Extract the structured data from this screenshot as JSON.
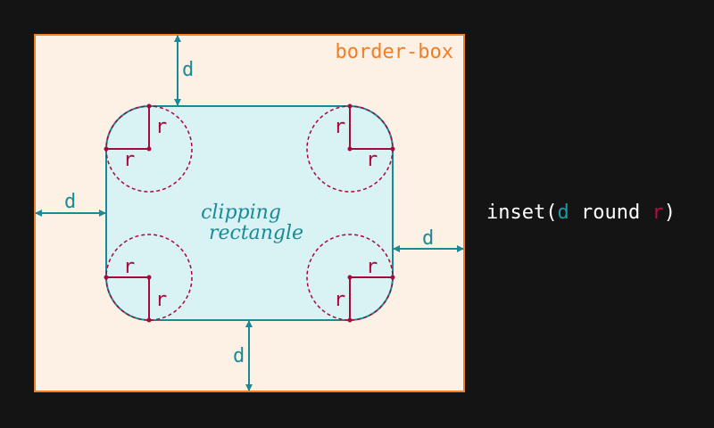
{
  "labels": {
    "border_box": "border-box",
    "clipping_line1": "clipping",
    "clipping_line2": "rectangle",
    "d": "d",
    "r": "r"
  },
  "formula": {
    "func": "inset(",
    "d": "d",
    "round": " round ",
    "r": "r",
    "close": ")"
  },
  "colors": {
    "background": "#141414",
    "border_box_fill": "#fdf0e4",
    "border_box_stroke": "#f07e26",
    "clip_fill": "#d9f2f4",
    "clip_stroke": "#1a8a96",
    "radius": "#a8083a",
    "formula_text": "#ffffff"
  }
}
